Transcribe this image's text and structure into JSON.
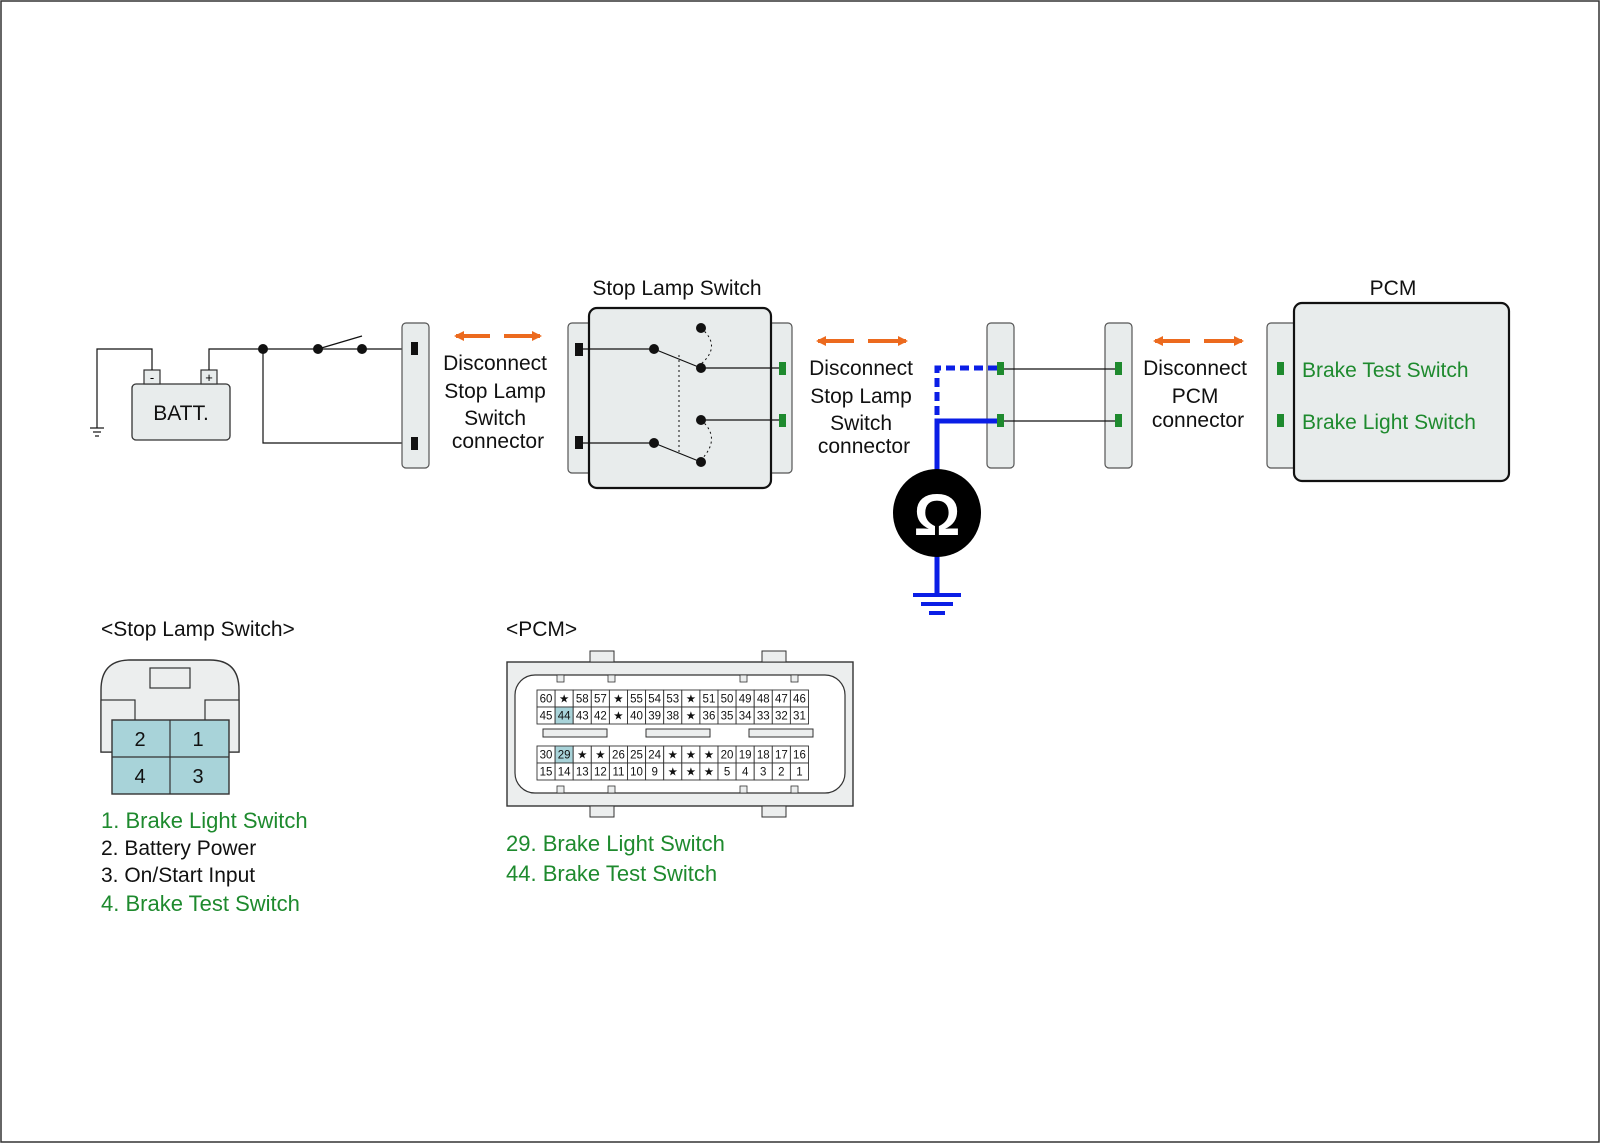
{
  "colors": {
    "accent_green": "#1e8a2e",
    "arrow_orange": "#ec6a1e",
    "probe_blue": "#0a1ee6",
    "panel_fill": "#e8ecec",
    "pin_highlight": "#a8d3d9"
  },
  "battery": {
    "label": "BATT.",
    "minus": "-",
    "plus": "+"
  },
  "disconnect_labels": {
    "stop_lamp_1": [
      "Disconnect",
      "Stop Lamp",
      "Switch",
      "connector"
    ],
    "stop_lamp_2": [
      "Disconnect",
      "Stop Lamp",
      "Switch",
      "connector"
    ],
    "pcm": [
      "Disconnect",
      "PCM",
      "connector"
    ]
  },
  "stop_lamp_switch": {
    "title": "Stop Lamp Switch"
  },
  "pcm": {
    "title": "PCM",
    "signals": [
      "Brake Test Switch",
      "Brake Light Switch"
    ]
  },
  "meter": {
    "symbol": "Ω"
  },
  "stop_lamp_connector": {
    "title": "<Stop Lamp Switch>",
    "pins": [
      "2",
      "1",
      "4",
      "3"
    ],
    "legend": [
      {
        "text": "1. Brake Light Switch",
        "highlight": true
      },
      {
        "text": "2. Battery Power",
        "highlight": false
      },
      {
        "text": "3. On/Start Input",
        "highlight": false
      },
      {
        "text": "4. Brake Test Switch",
        "highlight": true
      }
    ]
  },
  "pcm_connector": {
    "title": "<PCM>",
    "rows": [
      [
        "60",
        "★",
        "58",
        "57",
        "★",
        "55",
        "54",
        "53",
        "★",
        "51",
        "50",
        "49",
        "48",
        "47",
        "46"
      ],
      [
        "45",
        "44",
        "43",
        "42",
        "★",
        "40",
        "39",
        "38",
        "★",
        "36",
        "35",
        "34",
        "33",
        "32",
        "31"
      ],
      [
        "30",
        "29",
        "★",
        "★",
        "26",
        "25",
        "24",
        "★",
        "★",
        "★",
        "20",
        "19",
        "18",
        "17",
        "16"
      ],
      [
        "15",
        "14",
        "13",
        "12",
        "11",
        "10",
        "9",
        "★",
        "★",
        "★",
        "5",
        "4",
        "3",
        "2",
        "1"
      ]
    ],
    "highlighted_pins": [
      "29",
      "44"
    ],
    "legend": [
      "29. Brake Light Switch",
      "44. Brake Test Switch"
    ]
  }
}
